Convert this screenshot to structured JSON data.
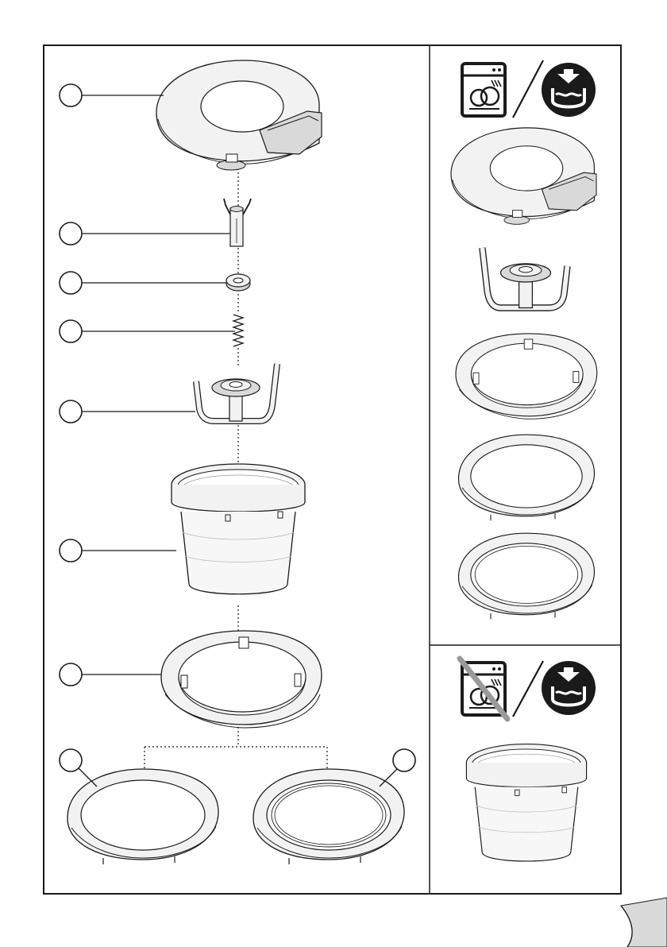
{
  "page": {
    "background": "#ffffff",
    "line_color": "#1a1a1a",
    "part_fill": "#f2f2f2",
    "shade_fill": "#d9d9d9"
  },
  "exploded_view": {
    "callouts": [
      {
        "id": "callout-lid",
        "number": ""
      },
      {
        "id": "callout-drive-shaft",
        "number": ""
      },
      {
        "id": "callout-bearing-nut",
        "number": ""
      },
      {
        "id": "callout-spring",
        "number": ""
      },
      {
        "id": "callout-whisk-blade",
        "number": ""
      },
      {
        "id": "callout-bowl",
        "number": ""
      },
      {
        "id": "callout-base",
        "number": ""
      },
      {
        "id": "callout-seal-ring-left",
        "number": ""
      },
      {
        "id": "callout-seal-ring-right",
        "number": ""
      }
    ]
  },
  "cleaning_panel": {
    "dishwasher_safe": {
      "icons": [
        "dishwasher-icon",
        "hand-wash-icon"
      ],
      "parts": [
        "lid",
        "whisk-blade",
        "base",
        "seal-ring",
        "seal-ring-alt"
      ]
    },
    "hand_wash_only": {
      "icons": [
        "dishwasher-crossed-icon",
        "hand-wash-icon"
      ],
      "parts": [
        "bowl"
      ]
    }
  },
  "page_corner": {
    "icon": "page-curl-icon"
  }
}
